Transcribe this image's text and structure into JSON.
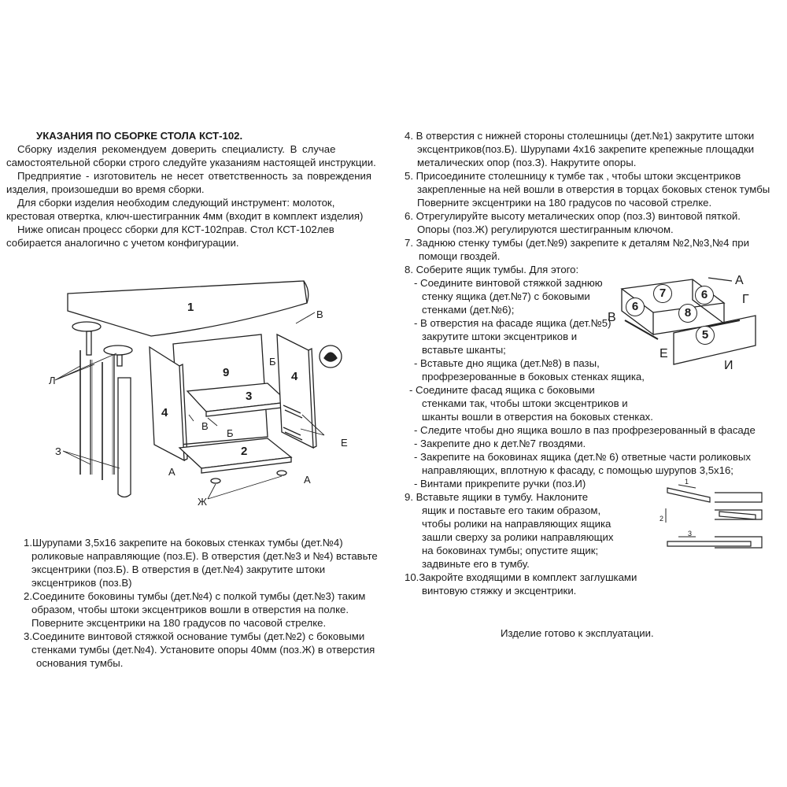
{
  "title": "УКАЗАНИЯ ПО СБОРКЕ СТОЛА КСТ-102.",
  "intro": [
    "Сборку изделия рекомендуем доверить специалисту. В случае",
    "самостоятельной сборки строго следуйте указаниям настоящей инструкции.",
    "Предприятие - изготовитель не несет ответственность за повреждения",
    "изделия, произошедши во время сборки.",
    "Для сборки изделия необходим следующий инструмент: молоток,",
    "крестовая отвертка, ключ-шестигранник 4мм (входит в комплект изделия)",
    "Ниже описан процесс сборки для КСТ-102прав. Стол КСТ-102лев",
    "собирается аналогично с учетом конфигурации."
  ],
  "steps_left": [
    "1.Шурупами 3,5х16 закрепите на боковых стенках тумбы (дет.№4)",
    "роликовые направляющие (поз.Е). В отверстия (дет.№3 и №4) вставьте",
    "эксцентрики (поз.Б). В отверстия в (дет.№4) закрутите штоки",
    "эксцентриков (поз.В)",
    "2.Соедините боковины тумбы (дет.№4) с полкой тумбы (дет.№3) таким",
    "образом, чтобы штоки эксцентриков вошли в отверстия на полке.",
    "Поверните эксцентрики на 180 градусов по часовой стрелке.",
    "3.Соедините винтовой стяжкой основание тумбы (дет.№2) с боковыми",
    "стенками тумбы (дет.№4). Установите опоры 40мм (поз.Ж) в отверстия",
    "основания тумбы."
  ],
  "steps_right": [
    "4. В отверстия с нижней стороны столешницы (дет.№1) закрутите штоки",
    "эксцентриков(поз.Б). Шурупами 4х16 закрепите крепежные площадки",
    "металических опор (поз.З). Накрутите опоры.",
    "5. Присоедините столешницу к тумбе так , чтобы штоки эксцентриков",
    "закрепленные на ней вошли в отверстия в торцах боковых стенок тумбы",
    "Поверните эксцентрики на 180 градусов по часовой стрелке.",
    "6. Отрегулируйте высоту металических опор (поз.З) винтовой пяткой.",
    "Опоры (поз.Ж) регулируются шестигранным ключом.",
    "7. Заднюю стенку тумбы (дет.№9) закрепите к деталям №2,№3,№4 при",
    "помощи гвоздей.",
    "8. Соберите ящик тумбы. Для этого:",
    "- Соедините винтовой стяжкой заднюю",
    "стенку ящика (дет.№7) с боковыми",
    "стенками (дет.№6);",
    "- В отверстия на фасаде ящика (дет.№5)",
    "закрутите штоки эксцентриков и",
    "вставьте шканты;",
    "- Вставьте дно ящика (дет.№8) в пазы,",
    "профрезерованные в боковых стенках ящика,",
    "- Соедините фасад ящика с боковыми",
    "стенками так, чтобы штоки эксцентриков и",
    "шканты вошли в отверстия на боковых стенках.",
    "- Следите чтобы дно ящика вошло в паз профрезерованный в фасаде",
    "- Закрепите дно к дет.№7 гвоздями.",
    "- Закрепите на боковинах ящика (дет.№ 6) ответные части роликовых",
    "направляющих, вплотную к фасаду, с помощью шурупов 3,5х16;",
    "- Винтами прикрепите ручки (поз.И)",
    "9. Вставьте ящики в тумбу. Наклоните",
    "ящик и поставьте его таким образом,",
    "чтобы ролики на направляющих ящика",
    "зашли сверху за ролики направляющих",
    "на боковинах тумбы; опустите ящик;",
    "задвиньте его в тумбу.",
    "10.Закройте входящими в комплект заглушками",
    "винтовую стяжку и эксцентрики."
  ],
  "footer": "Изделие готово к эксплуатации.",
  "diagram1": {
    "parts": [
      "1",
      "2",
      "3",
      "4",
      "4",
      "9"
    ],
    "letters": [
      "В",
      "Б",
      "Л",
      "З",
      "В",
      "Б",
      "Е",
      "А",
      "Ж",
      "А"
    ]
  },
  "diagram2": {
    "parts": [
      "7",
      "6",
      "6",
      "8",
      "5"
    ],
    "letters": [
      "А",
      "Г",
      "В",
      "Е",
      "И"
    ]
  },
  "diagram3": {
    "steps": [
      "1",
      "2",
      "3"
    ]
  }
}
